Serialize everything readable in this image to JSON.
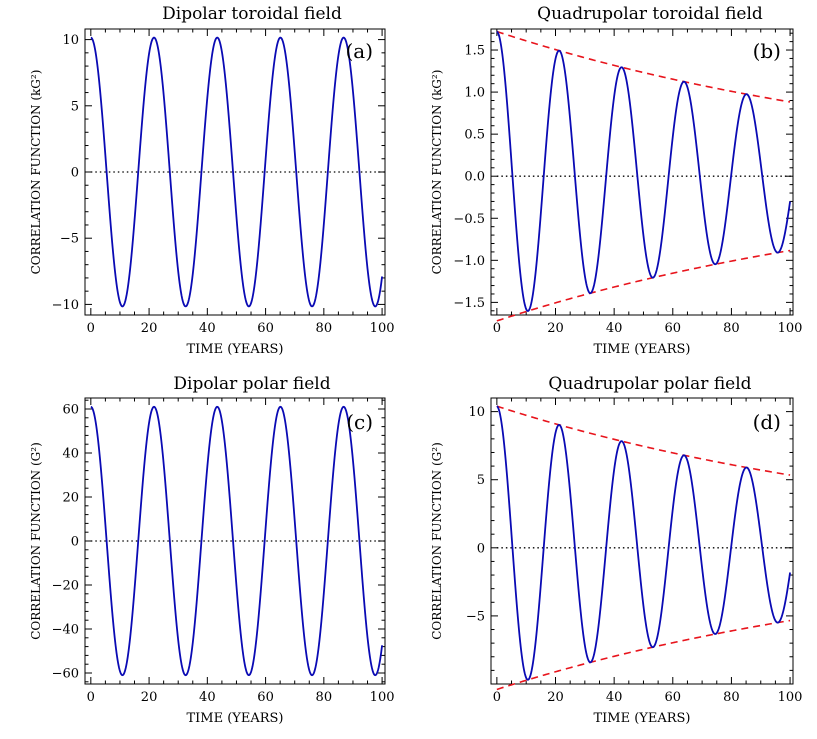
{
  "colors": {
    "curve": "#0a0ab4",
    "envelope": "#e8141c",
    "axes": "#000000",
    "zero_line": "#000000"
  },
  "chart_data": [
    {
      "id": "a",
      "type": "line",
      "title": "Dipolar toroidal field",
      "panel_label": "(a)",
      "xlabel": "TIME (YEARS)",
      "ylabel": "CORRELATION FUNCTION (kG²)",
      "xlim": [
        -2,
        101
      ],
      "ylim": [
        -10.8,
        10.8
      ],
      "x_ticks": [
        0,
        20,
        40,
        60,
        80,
        100
      ],
      "y_ticks": [
        10,
        5,
        0,
        -5,
        -10
      ],
      "y_tick_labels": [
        "10",
        "5",
        "0",
        "−5",
        "−10"
      ],
      "zero_line": "dotted",
      "series": [
        {
          "kind": "damped-cosine",
          "amplitude": 10.15,
          "period_years": 21.7,
          "envelope_half_life_years": null,
          "x_range": [
            0,
            100
          ],
          "x_samples": [
            0,
            10.85,
            21.7,
            32.55,
            43.4,
            54.25,
            65.1,
            75.95,
            86.8,
            97.65,
            100
          ],
          "y_samples": [
            10.15,
            -10.15,
            10.15,
            -10.15,
            10.15,
            -10.15,
            10.15,
            -10.15,
            10.15,
            -10.15,
            -7.3
          ]
        }
      ],
      "envelopes": []
    },
    {
      "id": "b",
      "type": "line",
      "title": "Quadrupolar toroidal field",
      "panel_label": "(b)",
      "xlabel": "TIME (YEARS)",
      "ylabel": "CORRELATION FUNCTION (kG²)",
      "xlim": [
        -2,
        101
      ],
      "ylim": [
        -1.65,
        1.75
      ],
      "x_ticks": [
        0,
        20,
        40,
        60,
        80,
        100
      ],
      "y_ticks": [
        1.5,
        1.0,
        0.5,
        0.0,
        -0.5,
        -1.0,
        -1.5
      ],
      "y_tick_labels": [
        "1.5",
        "1.0",
        "0.5",
        "0.0",
        "−0.5",
        "−1.0",
        "−1.5"
      ],
      "zero_line": "dotted",
      "series": [
        {
          "kind": "damped-cosine",
          "amplitude": 1.72,
          "period_years": 21.3,
          "envelope_half_life_years": 104,
          "x_range": [
            0,
            100
          ],
          "x_samples": [
            0,
            10.5,
            21.0,
            31.5,
            42.0,
            52.5,
            63.0,
            73.5,
            84.5,
            95.5,
            100
          ],
          "y_samples": [
            1.72,
            -1.58,
            1.45,
            -1.36,
            1.26,
            -1.19,
            1.1,
            -1.04,
            0.97,
            -0.91,
            -0.21
          ]
        }
      ],
      "envelopes": [
        {
          "style": "dashed",
          "amplitude": 1.72,
          "half_life_years": 104,
          "sign": 1,
          "x_range": [
            0,
            100
          ]
        },
        {
          "style": "dashed",
          "amplitude": 1.72,
          "half_life_years": 104,
          "sign": -1,
          "x_range": [
            0,
            100
          ]
        }
      ]
    },
    {
      "id": "c",
      "type": "line",
      "title": "Dipolar polar field",
      "panel_label": "(c)",
      "xlabel": "TIME (YEARS)",
      "ylabel": "CORRELATION FUNCTION (G²)",
      "xlim": [
        -2,
        101
      ],
      "ylim": [
        -65,
        65
      ],
      "x_ticks": [
        0,
        20,
        40,
        60,
        80,
        100
      ],
      "y_ticks": [
        60,
        40,
        20,
        0,
        -20,
        -40,
        -60
      ],
      "y_tick_labels": [
        "60",
        "40",
        "20",
        "0",
        "−20",
        "−40",
        "−60"
      ],
      "zero_line": "dotted",
      "series": [
        {
          "kind": "damped-cosine",
          "amplitude": 61,
          "period_years": 21.7,
          "envelope_half_life_years": null,
          "x_range": [
            0,
            100
          ],
          "x_samples": [
            0,
            10.85,
            21.7,
            32.55,
            43.4,
            54.25,
            65.1,
            75.95,
            86.8,
            97.65,
            100
          ],
          "y_samples": [
            61,
            -61,
            61,
            -61,
            61,
            -61,
            61,
            -61,
            61,
            -61,
            -44
          ]
        }
      ],
      "envelopes": []
    },
    {
      "id": "d",
      "type": "line",
      "title": "Quadrupolar polar field",
      "panel_label": "(d)",
      "xlabel": "TIME (YEARS)",
      "ylabel": "CORRELATION FUNCTION (G²)",
      "xlim": [
        -2,
        101
      ],
      "ylim": [
        -10,
        11
      ],
      "x_ticks": [
        0,
        20,
        40,
        60,
        80,
        100
      ],
      "y_ticks": [
        10,
        5,
        0,
        -5
      ],
      "y_tick_labels": [
        "10",
        "5",
        "0",
        "−5"
      ],
      "zero_line": "dotted",
      "series": [
        {
          "kind": "damped-cosine",
          "amplitude": 10.4,
          "period_years": 21.3,
          "envelope_half_life_years": 104,
          "x_range": [
            0,
            100
          ],
          "x_samples": [
            0,
            10.5,
            21.0,
            31.5,
            42.0,
            52.5,
            63.0,
            73.5,
            84.5,
            95.5,
            100
          ],
          "y_samples": [
            10.4,
            -9.3,
            8.8,
            -8.1,
            7.6,
            -7.1,
            6.6,
            -6.3,
            5.9,
            -5.4,
            -1.2
          ]
        }
      ],
      "envelopes": [
        {
          "style": "dashed",
          "amplitude": 10.4,
          "half_life_years": 104,
          "sign": 1,
          "x_range": [
            0,
            100
          ]
        },
        {
          "style": "dashed",
          "amplitude": 10.4,
          "half_life_years": 104,
          "sign": -1,
          "x_range": [
            0,
            100
          ]
        }
      ]
    }
  ]
}
